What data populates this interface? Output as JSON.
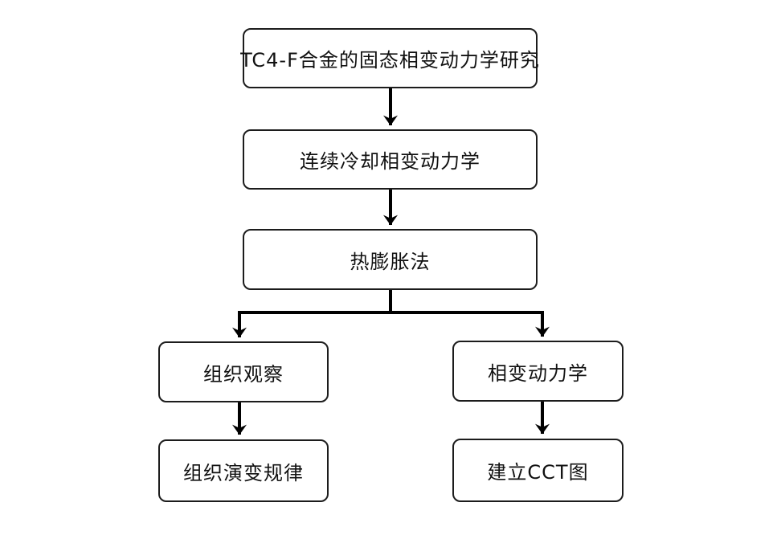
{
  "diagram": {
    "type": "flowchart",
    "direction": "top-down",
    "nodes": [
      {
        "id": "root",
        "label": "TC4-F合金的固态相变动力学研究"
      },
      {
        "id": "continuous-cooling-kinetics",
        "label": "连续冷却相变动力学"
      },
      {
        "id": "dilatometry-method",
        "label": "热膨胀法"
      },
      {
        "id": "microstructure-observation",
        "label": "组织观察"
      },
      {
        "id": "transformation-kinetics",
        "label": "相变动力学"
      },
      {
        "id": "microstructure-evolution",
        "label": "组织演变规律"
      },
      {
        "id": "cct-diagram",
        "label": "建立CCT图"
      }
    ],
    "edges": [
      {
        "from": "root",
        "to": "continuous-cooling-kinetics"
      },
      {
        "from": "continuous-cooling-kinetics",
        "to": "dilatometry-method"
      },
      {
        "from": "dilatometry-method",
        "to": "microstructure-observation"
      },
      {
        "from": "dilatometry-method",
        "to": "transformation-kinetics"
      },
      {
        "from": "microstructure-observation",
        "to": "microstructure-evolution"
      },
      {
        "from": "transformation-kinetics",
        "to": "cct-diagram"
      }
    ],
    "colors": {
      "background": "#ffffff",
      "line": "#000000",
      "box_border": "#1c1c1c",
      "text": "#111111"
    }
  }
}
